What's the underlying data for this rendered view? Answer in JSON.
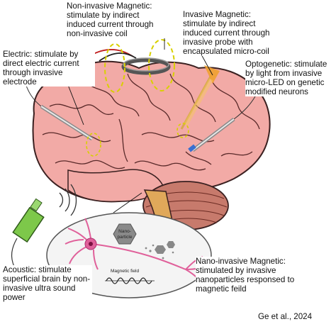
{
  "labels": {
    "noninvasive_magnetic": "Non-invasive Magnetic: stimulate by indirect induced current through non-invasive coil",
    "invasive_magnetic": "Invasive Magnetic: stimulate by indirect induced current through invasive probe with encapsulated micro-coil",
    "electric": "Electric: stimulate by direct electric current through invasive electrode",
    "optogenetic": "Optogenetic: stimulate by light from invasive micro-LED on genetic modified neurons",
    "acoustic": "Acoustic: stimulate superficial brain by non-invasive ultra sound power",
    "nano_invasive_magnetic": "Nano-invasive Magnetic: stimulated by invasive nanoparticles responsed to magnetic feild"
  },
  "inset": {
    "nanoparticle_label": "Nano-particle",
    "magnetic_field_label": "Magnetic field"
  },
  "citation": "Ge et al., 2024",
  "colors": {
    "brain_fill": "#f2aaa6",
    "brain_stroke": "#3a2020",
    "cerebellum": "#c77a6c",
    "brainstem": "#e0a85a",
    "coil_ring": "#555555",
    "field_dash": "#d8d000",
    "led_orange": "#f0a030",
    "transducer_green": "#7dc84a",
    "neuron_pink": "#e0609a"
  }
}
